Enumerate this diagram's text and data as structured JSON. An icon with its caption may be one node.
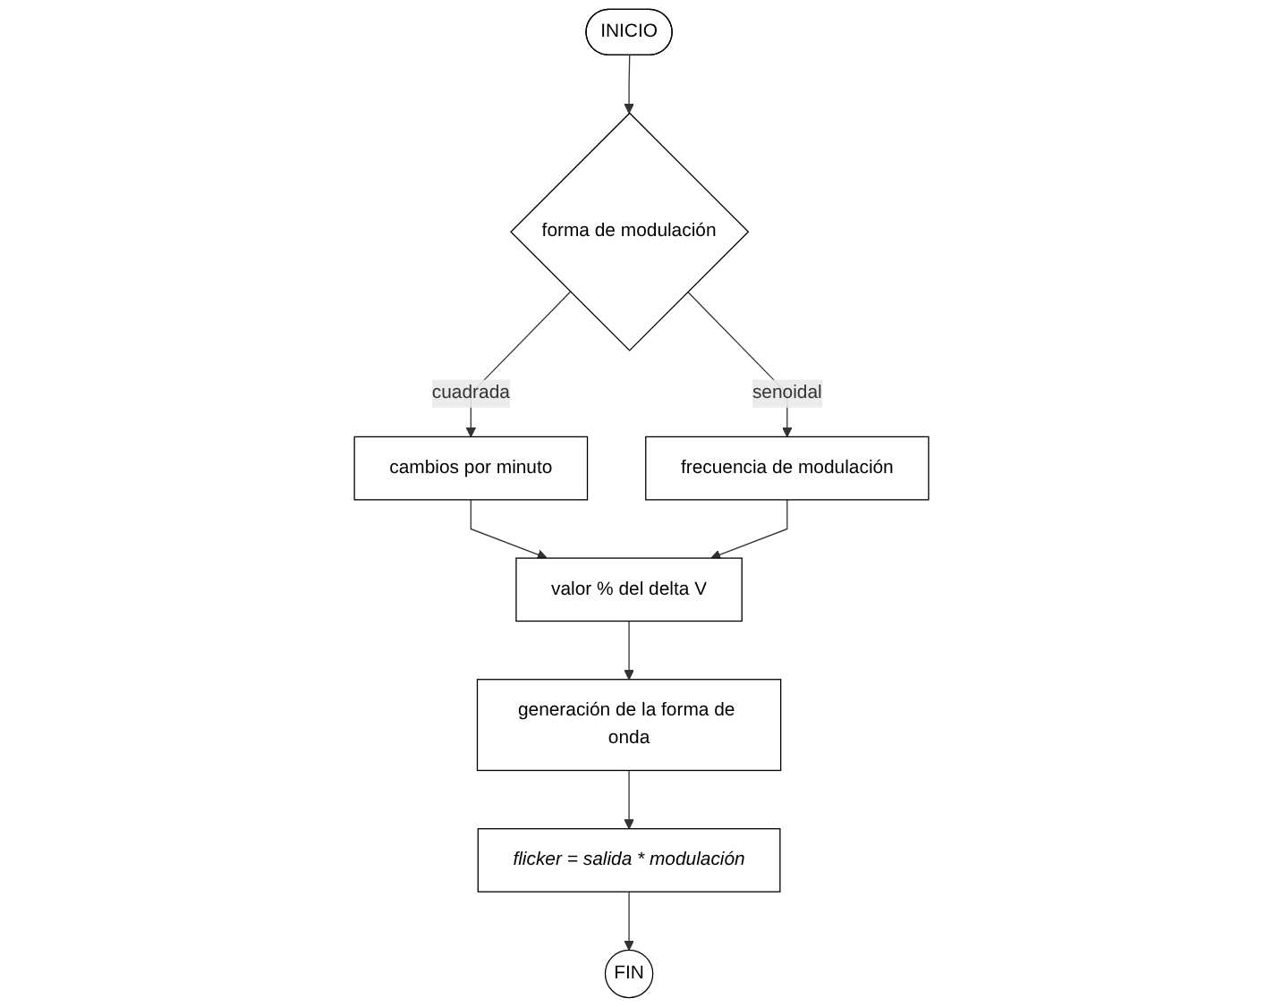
{
  "diagram": {
    "nodes": [
      {
        "text": [
          "INICIO"
        ]
      },
      {
        "text": [
          "forma de modulación"
        ]
      },
      {
        "text": [
          "cambios por minuto"
        ]
      },
      {
        "text": [
          "frecuencia de modulación"
        ]
      },
      {
        "text": [
          "valor % del delta V"
        ]
      },
      {
        "text": [
          "generación de la forma de onda"
        ]
      },
      {
        "text": [
          "flicker = salida * modulación"
        ]
      },
      {
        "text": [
          "FIN"
        ]
      }
    ],
    "edges": [
      {
        "from": 0,
        "to": 1,
        "arrow": "to"
      },
      {
        "from": 1,
        "to": 2,
        "arrow": "to",
        "label": "cuadrada"
      },
      {
        "from": 1,
        "to": 3,
        "arrow": "to",
        "label": "senoidal"
      },
      {
        "from": 2,
        "to": 4,
        "arrow": "to"
      },
      {
        "from": 3,
        "to": 4,
        "arrow": "to"
      },
      {
        "from": 4,
        "to": 5,
        "arrow": "to"
      },
      {
        "from": 5,
        "to": 6,
        "arrow": "to"
      },
      {
        "from": 6,
        "to": 7,
        "arrow": "to"
      }
    ]
  }
}
